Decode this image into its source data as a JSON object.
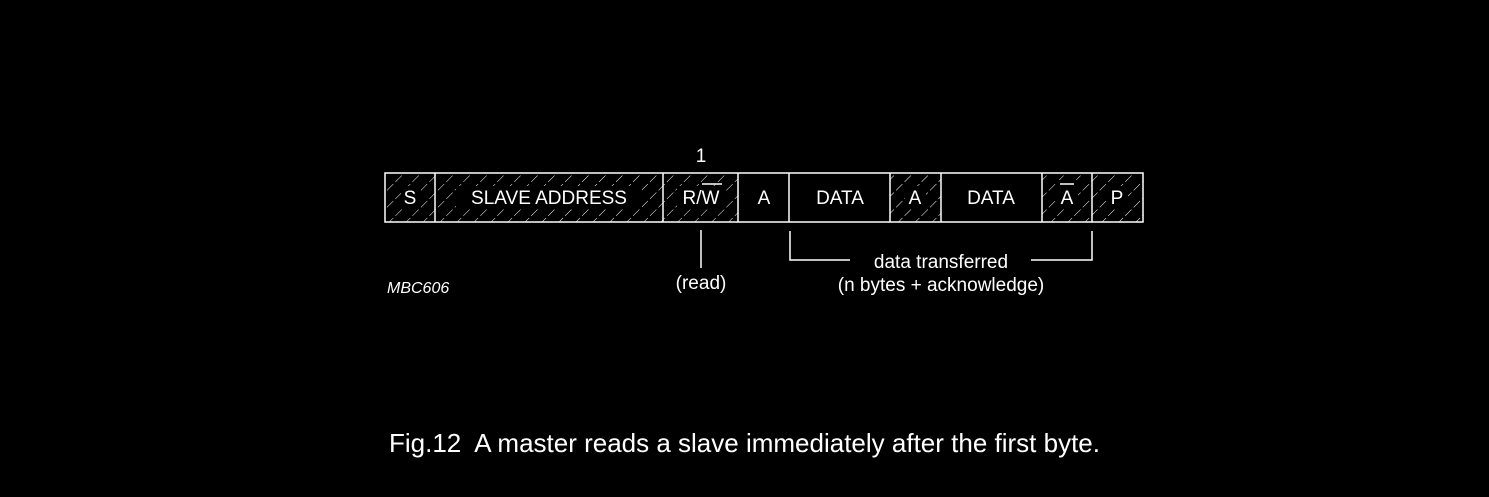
{
  "fields": [
    {
      "label": "S",
      "hatched": true
    },
    {
      "label": "SLAVE ADDRESS",
      "hatched": true
    },
    {
      "label_r": "R/",
      "label_w": "W",
      "hatched": true
    },
    {
      "label": "A",
      "hatched": false
    },
    {
      "label": "DATA",
      "hatched": false
    },
    {
      "label": "A",
      "hatched": true
    },
    {
      "label": "DATA",
      "hatched": false
    },
    {
      "label": "A",
      "overline": true,
      "hatched": true
    },
    {
      "label": "P",
      "hatched": true
    }
  ],
  "bit_value": "1",
  "read_note": "(read)",
  "data_note_line1": "data transferred",
  "data_note_line2": "(n bytes + acknowledge)",
  "figure_code": "MBC606",
  "caption": "Fig.12  A master reads a slave immediately after the first byte.",
  "colors": {
    "background": "#000000",
    "foreground": "#ffffff"
  }
}
